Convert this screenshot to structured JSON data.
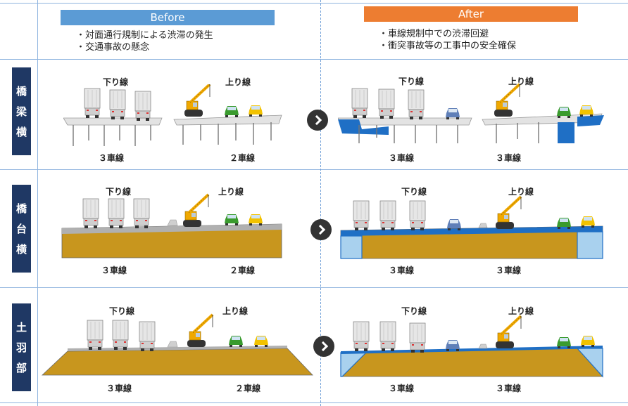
{
  "header": {
    "before_title": "Before",
    "after_title": "After",
    "before_notes": [
      "・対面通行規制による渋滞の発生",
      "・交通事故の懸念"
    ],
    "after_notes": [
      "・車線規制中での渋滞回避",
      "・衝突事故等の工事中の安全確保"
    ]
  },
  "rows": [
    {
      "label": [
        "橋",
        "梁",
        "横"
      ],
      "before": {
        "down": "下り線",
        "up": "上り線",
        "down_lanes": "３車線",
        "up_lanes": "２車線"
      },
      "after": {
        "down": "下り線",
        "up": "上り線",
        "down_lanes": "３車線",
        "up_lanes": "３車線"
      }
    },
    {
      "label": [
        "橋",
        "台",
        "横"
      ],
      "before": {
        "down": "下り線",
        "up": "上り線",
        "down_lanes": "３車線",
        "up_lanes": "２車線"
      },
      "after": {
        "down": "下り線",
        "up": "上り線",
        "down_lanes": "３車線",
        "up_lanes": "３車線"
      }
    },
    {
      "label": [
        "土",
        "羽",
        "部"
      ],
      "before": {
        "down": "下り線",
        "up": "上り線",
        "down_lanes": "３車線",
        "up_lanes": "２車線"
      },
      "after": {
        "down": "下り線",
        "up": "上り線",
        "down_lanes": "３車線",
        "up_lanes": "３車線"
      }
    }
  ],
  "colors": {
    "before_header": "#5b9bd5",
    "after_header": "#ed7d31",
    "row_label": "#1f3864",
    "earth": "#c8961e",
    "widening": "#1f6fc5"
  },
  "icons": [
    "truck-icon",
    "crane-icon",
    "car-icon",
    "arrow-right-icon"
  ]
}
